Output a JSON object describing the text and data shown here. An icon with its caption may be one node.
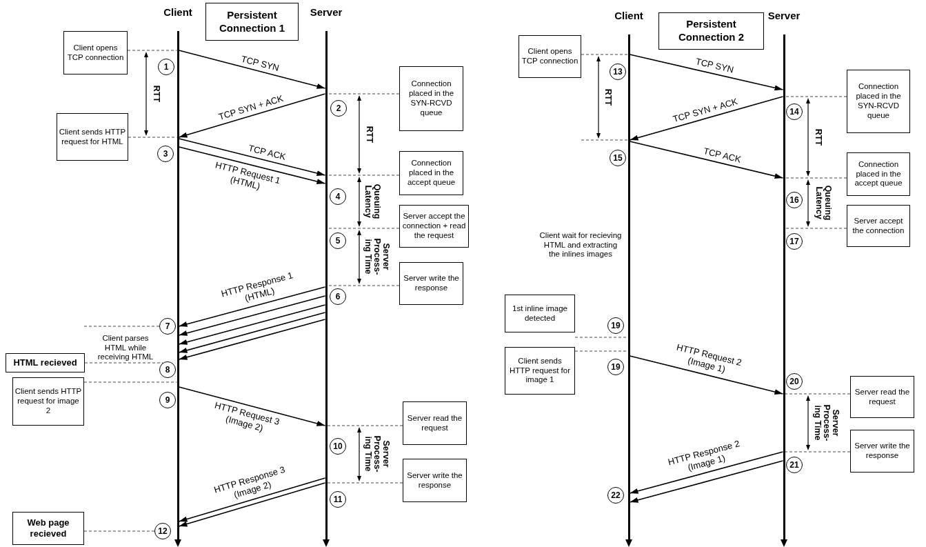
{
  "diagram": {
    "nodes": [
      {
        "text": [
          "Persistent Connection 1"
        ]
      },
      {
        "text": [
          "Client"
        ]
      },
      {
        "text": [
          "Server"
        ]
      },
      {
        "text": [
          "Client opens TCP connection"
        ]
      },
      {
        "text": [
          "1"
        ]
      },
      {
        "text": [
          "Connection placed in the SYN-RCVD queue"
        ]
      },
      {
        "text": [
          "2"
        ]
      },
      {
        "text": [
          "Client sends HTTP request for HTML"
        ]
      },
      {
        "text": [
          "3"
        ]
      },
      {
        "text": [
          "Connection placed in the accept queue"
        ]
      },
      {
        "text": [
          "4"
        ]
      },
      {
        "text": [
          "Server accept the connection + read the request"
        ]
      },
      {
        "text": [
          "5"
        ]
      },
      {
        "text": [
          "Server write the response"
        ]
      },
      {
        "text": [
          "6"
        ]
      },
      {
        "text": [
          "7"
        ]
      },
      {
        "text": [
          "HTML recieved"
        ]
      },
      {
        "text": [
          "8"
        ]
      },
      {
        "text": [
          "Client sends HTTP request for image 2"
        ]
      },
      {
        "text": [
          "9"
        ]
      },
      {
        "text": [
          "Server read the request"
        ]
      },
      {
        "text": [
          "10"
        ]
      },
      {
        "text": [
          "Server write the response"
        ]
      },
      {
        "text": [
          "11"
        ]
      },
      {
        "text": [
          "Web page recieved"
        ]
      },
      {
        "text": [
          "12"
        ]
      },
      {
        "text": [
          "Persistent Connection 2"
        ]
      },
      {
        "text": [
          "Client"
        ]
      },
      {
        "text": [
          "Server"
        ]
      },
      {
        "text": [
          "Client opens TCP connection"
        ]
      },
      {
        "text": [
          "13"
        ]
      },
      {
        "text": [
          "Connection placed in the SYN-RCVD queue"
        ]
      },
      {
        "text": [
          "14"
        ]
      },
      {
        "text": [
          "15"
        ]
      },
      {
        "text": [
          "Connection placed in the accept queue"
        ]
      },
      {
        "text": [
          "16"
        ]
      },
      {
        "text": [
          "Server accept the connection"
        ]
      },
      {
        "text": [
          "17"
        ]
      },
      {
        "text": [
          "1st inline image detected"
        ]
      },
      {
        "text": [
          "19"
        ]
      },
      {
        "text": [
          "Client sends HTTP request for image 1"
        ]
      },
      {
        "text": [
          "19"
        ]
      },
      {
        "text": [
          "20"
        ]
      },
      {
        "text": [
          "Server read the request"
        ]
      },
      {
        "text": [
          "Server write the response"
        ]
      },
      {
        "text": [
          "21"
        ]
      },
      {
        "text": [
          "22"
        ]
      }
    ],
    "edges": [
      {
        "from": 3,
        "to": 1,
        "arrow": "none",
        "style": "dashed"
      },
      {
        "from": 1,
        "to": 2,
        "arrow": "to",
        "label": "TCP SYN"
      },
      {
        "from": 5,
        "to": 2,
        "arrow": "none",
        "style": "dashed"
      },
      {
        "from": 2,
        "to": 1,
        "arrow": "to",
        "label": "TCP SYN + ACK"
      },
      {
        "from": 7,
        "to": 1,
        "arrow": "none",
        "style": "dashed"
      },
      {
        "from": 1,
        "to": 2,
        "arrow": "to",
        "label": "TCP ACK"
      },
      {
        "from": 1,
        "to": 2,
        "arrow": "to",
        "label": "HTTP Request 1 (HTML)"
      },
      {
        "from": 9,
        "to": 2,
        "arrow": "none",
        "style": "dashed"
      },
      {
        "from": 11,
        "to": 2,
        "arrow": "none",
        "style": "dashed"
      },
      {
        "from": 13,
        "to": 2,
        "arrow": "none",
        "style": "dashed"
      },
      {
        "from": 2,
        "to": 1,
        "arrow": "to",
        "label": "HTTP Response 1 (HTML)"
      },
      {
        "from": 2,
        "to": 1,
        "arrow": "to"
      },
      {
        "from": 2,
        "to": 1,
        "arrow": "to"
      },
      {
        "from": 2,
        "to": 1,
        "arrow": "to"
      },
      {
        "from": 2,
        "to": 1,
        "arrow": "to"
      },
      {
        "from": null,
        "to": 15,
        "arrow": "none",
        "style": "dashed"
      },
      {
        "from": 16,
        "to": 17,
        "arrow": "none",
        "style": "dashed"
      },
      {
        "from": 18,
        "to": 1,
        "arrow": "none",
        "style": "dashed"
      },
      {
        "from": 1,
        "to": 2,
        "arrow": "to",
        "label": "HTTP Request 3 (Image 2)"
      },
      {
        "from": 20,
        "to": 2,
        "arrow": "none",
        "style": "dashed"
      },
      {
        "from": 22,
        "to": 2,
        "arrow": "none",
        "style": "dashed"
      },
      {
        "from": 2,
        "to": 1,
        "arrow": "to",
        "label": "HTTP Response 3 (Image 2)"
      },
      {
        "from": 2,
        "to": 1,
        "arrow": "to"
      },
      {
        "from": 24,
        "to": 25,
        "arrow": "none",
        "style": "dashed"
      },
      {
        "from": 29,
        "to": 27,
        "arrow": "none",
        "style": "dashed"
      },
      {
        "from": 27,
        "to": 28,
        "arrow": "to",
        "label": "TCP SYN"
      },
      {
        "from": 31,
        "to": 28,
        "arrow": "none",
        "style": "dashed"
      },
      {
        "from": 28,
        "to": 27,
        "arrow": "to",
        "label": "TCP SYN + ACK"
      },
      {
        "from": null,
        "to": 27,
        "arrow": "none",
        "style": "dashed"
      },
      {
        "from": 27,
        "to": 28,
        "arrow": "to",
        "label": "TCP ACK"
      },
      {
        "from": 34,
        "to": 28,
        "arrow": "none",
        "style": "dashed"
      },
      {
        "from": 36,
        "to": 28,
        "arrow": "none",
        "style": "dashed"
      },
      {
        "from": 38,
        "to": 27,
        "arrow": "none",
        "style": "dashed"
      },
      {
        "from": 40,
        "to": 27,
        "arrow": "none",
        "style": "dashed"
      },
      {
        "from": 27,
        "to": 28,
        "arrow": "to",
        "label": "HTTP Request 2 (Image 1)"
      },
      {
        "from": 43,
        "to": 28,
        "arrow": "none",
        "style": "dashed"
      },
      {
        "from": 44,
        "to": 28,
        "arrow": "none",
        "style": "dashed"
      },
      {
        "from": 28,
        "to": 27,
        "arrow": "to",
        "label": "HTTP Response 2 (Image 1)"
      },
      {
        "from": 28,
        "to": 27,
        "arrow": "to"
      }
    ],
    "labels": [
      "RTT",
      "RTT",
      "Queuing Latency",
      "Server Process- ing Time",
      "Client parses HTML while receiving HTML",
      "Server Process- ing Time",
      "RTT",
      "RTT",
      "Queuing Latency",
      "Client wait for recieving HTML and extracting the inlines images",
      "Server Process- ing Time"
    ]
  }
}
